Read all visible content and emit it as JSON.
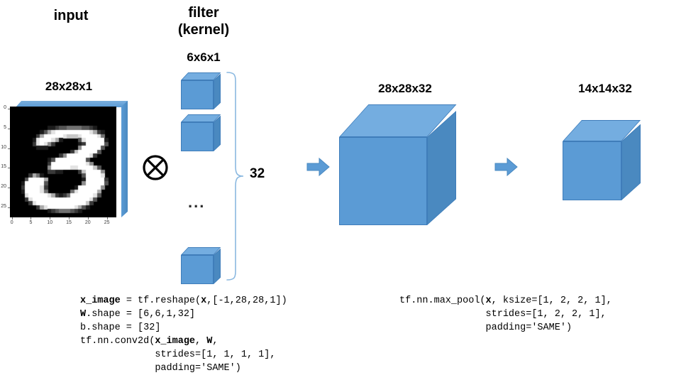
{
  "diagram": {
    "title_input": "input",
    "title_filter_line1": "filter",
    "title_filter_line2": "(kernel)",
    "labels": {
      "input_dim": "28x28x1",
      "filter_dim": "6x6x1",
      "conv_out_dim": "28x28x32",
      "pool_out_dim": "14x14x32",
      "filter_count": "32",
      "ellipsis": "..."
    },
    "operator": {
      "name": "convolution-operator",
      "glyph": "circled-times"
    },
    "mnist": {
      "digit": "3",
      "x_ticks": [
        "0",
        "5",
        "10",
        "15",
        "20",
        "25"
      ],
      "y_ticks": [
        "0",
        "5",
        "10",
        "15",
        "20",
        "25"
      ]
    },
    "arrows": [
      {
        "name": "arrow-conv-to-featuremap"
      },
      {
        "name": "arrow-featuremap-to-pool"
      }
    ],
    "code_conv": [
      {
        "text": "x_image",
        "bold": true
      },
      {
        "text": " = tf.reshape(",
        "bold": false
      },
      {
        "text": "x",
        "bold": true
      },
      {
        "text": ",[-1,28,28,1])\n",
        "bold": false
      },
      {
        "text": "W",
        "bold": true
      },
      {
        "text": ".shape = [6,6,1,32]\n",
        "bold": false
      },
      {
        "text": "b.shape = [32]\n",
        "bold": false
      },
      {
        "text": "tf.nn.conv2d(",
        "bold": false
      },
      {
        "text": "x_image",
        "bold": true
      },
      {
        "text": ", ",
        "bold": false
      },
      {
        "text": "W",
        "bold": true
      },
      {
        "text": ",\n             strides=[1, 1, 1, 1],\n             padding='SAME')",
        "bold": false
      }
    ],
    "code_pool": [
      {
        "text": "tf.nn.max_pool(",
        "bold": false
      },
      {
        "text": "x",
        "bold": true
      },
      {
        "text": ", ksize=[1, 2, 2, 1],\n               strides=[1, 2, 2, 1],\n               padding='SAME')",
        "bold": false
      }
    ],
    "code_conv_plain": "x_image = tf.reshape(x,[-1,28,28,1])\nW.shape = [6,6,1,32]\nb.shape = [32]\ntf.nn.conv2d(x_image, W,\n             strides=[1, 1, 1, 1],\n             padding='SAME')",
    "code_pool_plain": "tf.nn.max_pool(x, ksize=[1, 2, 2, 1],\n               strides=[1, 2, 2, 1],\n               padding='SAME')",
    "colors": {
      "cube_front": "#5b9bd5",
      "cube_top": "#74ade0",
      "cube_side": "#4a89c0",
      "cube_edge": "#3f7dba",
      "brace": "#8ab8e0",
      "arrow": "#5b9bd5",
      "background": "#ffffff",
      "image_bg": "#000000"
    }
  }
}
